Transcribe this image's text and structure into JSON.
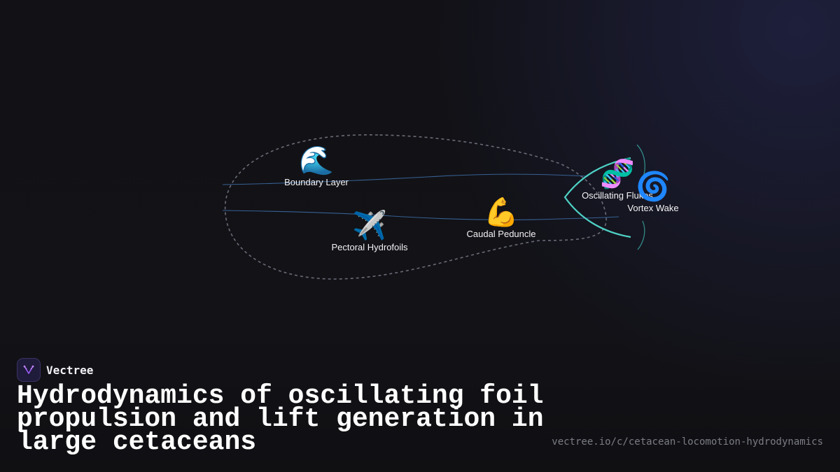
{
  "brand": {
    "name": "Vectree"
  },
  "title": "Hydrodynamics of oscillating foil propulsion and lift generation in large cetaceans",
  "url": "vectree.io/c/cetacean-locomotion-hydrodynamics",
  "nodes": {
    "boundary_layer": {
      "label": "Boundary Layer",
      "icon": "🌊",
      "icon_name": "wave-icon"
    },
    "pectoral_hydrofoils": {
      "label": "Pectoral Hydrofoils",
      "icon": "✈️",
      "icon_name": "airplane-icon"
    },
    "caudal_peduncle": {
      "label": "Caudal Peduncle",
      "icon": "💪",
      "icon_name": "flexed-bicep-icon"
    },
    "oscillating_flukes": {
      "label": "Oscillating Flukes",
      "icon": "🧬",
      "icon_name": "dna-icon"
    },
    "vortex_wake": {
      "label": "Vortex Wake",
      "icon": "🌀",
      "icon_name": "cyclone-icon"
    }
  },
  "colors": {
    "background": "#111116",
    "outline": "#6b6b78",
    "flow_lines": "#3e6ea8",
    "fluke_accent": "#4fd1c5",
    "text": "#f4f4f6",
    "url_text": "#7b7b86"
  }
}
